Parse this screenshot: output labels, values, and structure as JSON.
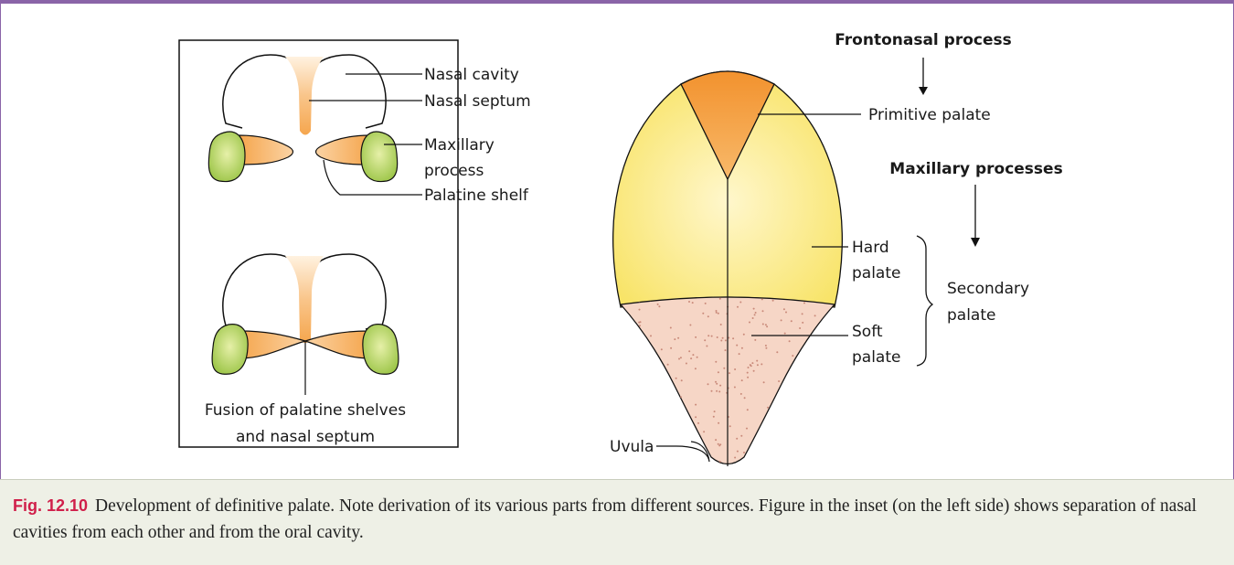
{
  "inset": {
    "nasal_cavity": "Nasal cavity",
    "nasal_septum": "Nasal septum",
    "maxillary_process": [
      "Maxillary",
      "process"
    ],
    "palatine_shelf": "Palatine shelf",
    "fusion": [
      "Fusion of palatine shelves",
      "and nasal septum"
    ]
  },
  "main": {
    "frontonasal_process": "Frontonasal process",
    "primitive_palate": "Primitive palate",
    "maxillary_processes": "Maxillary processes",
    "hard_palate": [
      "Hard",
      "palate"
    ],
    "soft_palate": [
      "Soft",
      "palate"
    ],
    "secondary_palate": [
      "Secondary",
      "palate"
    ],
    "uvula": "Uvula"
  },
  "caption": {
    "label": "Fig. 12.10",
    "text": "Development of definitive palate. Note derivation of its various parts from different sources. Figure in the inset (on the left side) shows separation of nasal cavities from each other and from the oral cavity."
  },
  "colors": {
    "frame": "#8a64a8",
    "caption_bg": "#eef0e6",
    "fig_label": "#d01f4a",
    "septum_orange": "#f5a64e",
    "maxillary_green": "#9cc548",
    "hard_palate_yellow": "#f7e15a",
    "soft_palate_pink": "#f2c2a8"
  }
}
